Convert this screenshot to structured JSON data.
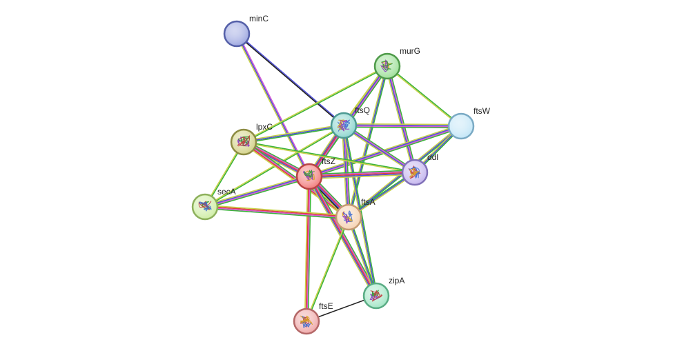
{
  "diagram": {
    "type": "protein-interaction-network",
    "nodes": [
      {
        "id": "minC",
        "label": "minC",
        "color": "#9da7e0",
        "stroke": "#5560a8",
        "has_structure": false
      },
      {
        "id": "murG",
        "label": "murG",
        "color": "#9fe09a",
        "stroke": "#4f9a4a",
        "has_structure": true
      },
      {
        "id": "ftsW",
        "label": "ftsW",
        "color": "#c3e6f7",
        "stroke": "#7aaac4",
        "has_structure": false
      },
      {
        "id": "ftsQ",
        "label": "ftsQ",
        "color": "#8fd6cf",
        "stroke": "#4e9a93",
        "has_structure": true
      },
      {
        "id": "lpxC",
        "label": "lpxC",
        "color": "#d4d38a",
        "stroke": "#8d8c44",
        "has_structure": true
      },
      {
        "id": "ddl",
        "label": "ddl",
        "color": "#c5b6ee",
        "stroke": "#8171b8",
        "has_structure": true
      },
      {
        "id": "ftsZ",
        "label": "ftsZ",
        "color": "#f27f7f",
        "stroke": "#b84545",
        "has_structure": true
      },
      {
        "id": "secA",
        "label": "secA",
        "color": "#cfeea6",
        "stroke": "#8db05c",
        "has_structure": true
      },
      {
        "id": "ftsA",
        "label": "ftsA",
        "color": "#f6d3b4",
        "stroke": "#c49a72",
        "has_structure": true
      },
      {
        "id": "zipA",
        "label": "zipA",
        "color": "#a4e6c6",
        "stroke": "#5aac84",
        "has_structure": true
      },
      {
        "id": "ftsE",
        "label": "ftsE",
        "color": "#efa9a9",
        "stroke": "#b46868",
        "has_structure": true
      }
    ],
    "edges": [
      {
        "from": "minC",
        "to": "ftsQ",
        "evidence": [
          "#5050d8",
          "#222222"
        ]
      },
      {
        "from": "minC",
        "to": "ftsZ",
        "evidence": [
          "#d45ad4",
          "#5050d8",
          "#c8d24a"
        ]
      },
      {
        "from": "murG",
        "to": "ftsQ",
        "evidence": [
          "#3cb43c",
          "#d45ad4",
          "#5050d8",
          "#c8d24a"
        ]
      },
      {
        "from": "murG",
        "to": "ftsW",
        "evidence": [
          "#3cb43c",
          "#c8d24a"
        ]
      },
      {
        "from": "murG",
        "to": "ftsZ",
        "evidence": [
          "#3cb43c",
          "#d45ad4",
          "#5050d8",
          "#c8d24a"
        ]
      },
      {
        "from": "murG",
        "to": "ftsA",
        "evidence": [
          "#3cb43c",
          "#5050d8",
          "#c8d24a"
        ]
      },
      {
        "from": "murG",
        "to": "ddl",
        "evidence": [
          "#3cb43c",
          "#d45ad4",
          "#5050d8",
          "#c8d24a"
        ]
      },
      {
        "from": "murG",
        "to": "lpxC",
        "evidence": [
          "#3cb43c",
          "#c8d24a"
        ]
      },
      {
        "from": "ftsW",
        "to": "ftsQ",
        "evidence": [
          "#3cb43c",
          "#d45ad4",
          "#5050d8",
          "#c8d24a"
        ]
      },
      {
        "from": "ftsW",
        "to": "ftsZ",
        "evidence": [
          "#3cb43c",
          "#d45ad4",
          "#5050d8",
          "#c8d24a"
        ]
      },
      {
        "from": "ftsW",
        "to": "ftsA",
        "evidence": [
          "#3cb43c",
          "#5050d8",
          "#c8d24a"
        ]
      },
      {
        "from": "ftsW",
        "to": "ddl",
        "evidence": [
          "#3cb43c",
          "#5050d8",
          "#c8d24a"
        ]
      },
      {
        "from": "ftsQ",
        "to": "lpxC",
        "evidence": [
          "#3cb43c",
          "#5050d8",
          "#c8d24a"
        ]
      },
      {
        "from": "ftsQ",
        "to": "ftsZ",
        "evidence": [
          "#3cb43c",
          "#d45ad4",
          "#e03c3c",
          "#5050d8",
          "#c8d24a"
        ]
      },
      {
        "from": "ftsQ",
        "to": "ftsA",
        "evidence": [
          "#3cb43c",
          "#d45ad4",
          "#5050d8",
          "#c8d24a"
        ]
      },
      {
        "from": "ftsQ",
        "to": "ddl",
        "evidence": [
          "#3cb43c",
          "#d45ad4",
          "#5050d8",
          "#c8d24a"
        ]
      },
      {
        "from": "ftsQ",
        "to": "secA",
        "evidence": [
          "#3cb43c",
          "#c8d24a"
        ]
      },
      {
        "from": "ftsQ",
        "to": "zipA",
        "evidence": [
          "#3cb43c",
          "#5050d8",
          "#c8d24a"
        ]
      },
      {
        "from": "lpxC",
        "to": "ftsZ",
        "evidence": [
          "#3cb43c",
          "#d45ad4",
          "#e03c3c",
          "#5050d8",
          "#c8d24a"
        ]
      },
      {
        "from": "lpxC",
        "to": "ftsA",
        "evidence": [
          "#3cb43c",
          "#d45ad4",
          "#e03c3c",
          "#c8d24a"
        ]
      },
      {
        "from": "lpxC",
        "to": "secA",
        "evidence": [
          "#3cb43c",
          "#c8d24a"
        ]
      },
      {
        "from": "lpxC",
        "to": "ddl",
        "evidence": [
          "#3cb43c",
          "#c8d24a"
        ]
      },
      {
        "from": "ftsZ",
        "to": "ftsA",
        "evidence": [
          "#3cb43c",
          "#d45ad4",
          "#e03c3c",
          "#5050d8",
          "#222222",
          "#c8d24a"
        ]
      },
      {
        "from": "ftsZ",
        "to": "ddl",
        "evidence": [
          "#3cb43c",
          "#d45ad4",
          "#e03c3c",
          "#5050d8",
          "#c8d24a"
        ]
      },
      {
        "from": "ftsZ",
        "to": "secA",
        "evidence": [
          "#3cb43c",
          "#d45ad4",
          "#5050d8",
          "#c8d24a"
        ]
      },
      {
        "from": "ftsZ",
        "to": "zipA",
        "evidence": [
          "#3cb43c",
          "#d45ad4",
          "#e03c3c",
          "#5050d8",
          "#c8d24a"
        ]
      },
      {
        "from": "ftsZ",
        "to": "ftsE",
        "evidence": [
          "#3cb43c",
          "#d45ad4",
          "#e03c3c",
          "#c8d24a"
        ]
      },
      {
        "from": "ftsA",
        "to": "ddl",
        "evidence": [
          "#3cb43c",
          "#5050d8",
          "#c8d24a"
        ]
      },
      {
        "from": "ftsA",
        "to": "secA",
        "evidence": [
          "#3cb43c",
          "#d45ad4",
          "#e03c3c",
          "#c8d24a"
        ]
      },
      {
        "from": "ftsA",
        "to": "zipA",
        "evidence": [
          "#3cb43c",
          "#5050d8",
          "#c8d24a"
        ]
      },
      {
        "from": "ftsA",
        "to": "ftsE",
        "evidence": [
          "#3cb43c",
          "#c8d24a"
        ]
      },
      {
        "from": "zipA",
        "to": "ftsE",
        "evidence": [
          "#222222"
        ]
      }
    ]
  }
}
